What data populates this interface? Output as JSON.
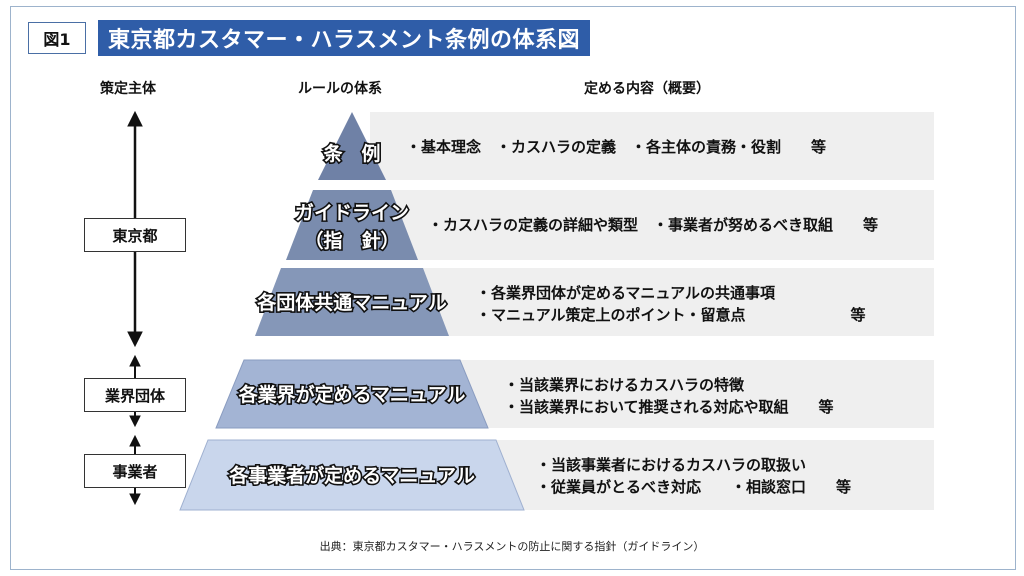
{
  "figure_label": "図1",
  "title": "東京都カスタマー・ハラスメント条例の体系図",
  "columns": {
    "actor": "策定主体",
    "rules": "ルールの体系",
    "contents": "定める内容（概要）"
  },
  "actors": [
    "東京都",
    "業界団体",
    "事業者"
  ],
  "levels": [
    {
      "name": "条　例",
      "lines": [
        "・基本理念　・カスハラの定義　・各主体の責務・役割　　等"
      ]
    },
    {
      "name_lines": [
        "ガイドライン",
        "（指　針）"
      ],
      "lines": [
        "・カスハラの定義の詳細や類型　・事業者が努めるべき取組　　等"
      ]
    },
    {
      "name": "各団体共通マニュアル",
      "lines": [
        "・各業界団体が定めるマニュアルの共通事項",
        "・マニュアル策定上のポイント・留意点　　　　　　　等"
      ]
    },
    {
      "name": "各業界が定めるマニュアル",
      "lines": [
        "・当該業界におけるカスハラの特徴",
        "・当該業界において推奨される対応や取組　　等"
      ]
    },
    {
      "name": "各事業者が定めるマニュアル",
      "lines": [
        "・当該事業者におけるカスハラの取扱い",
        "・従業員がとるべき対応　　・相談窓口　　等"
      ]
    }
  ],
  "source": "出典：東京都カスタマー・ハラスメントの防止に関する指針（ガイドライン）",
  "colors": {
    "title_bg": "#2f5da8",
    "pyramid_top": "#6f81a6",
    "pyramid_mid": "#a3b4d4",
    "pyramid_low": "#c9d6ec",
    "band": "#efefef"
  }
}
